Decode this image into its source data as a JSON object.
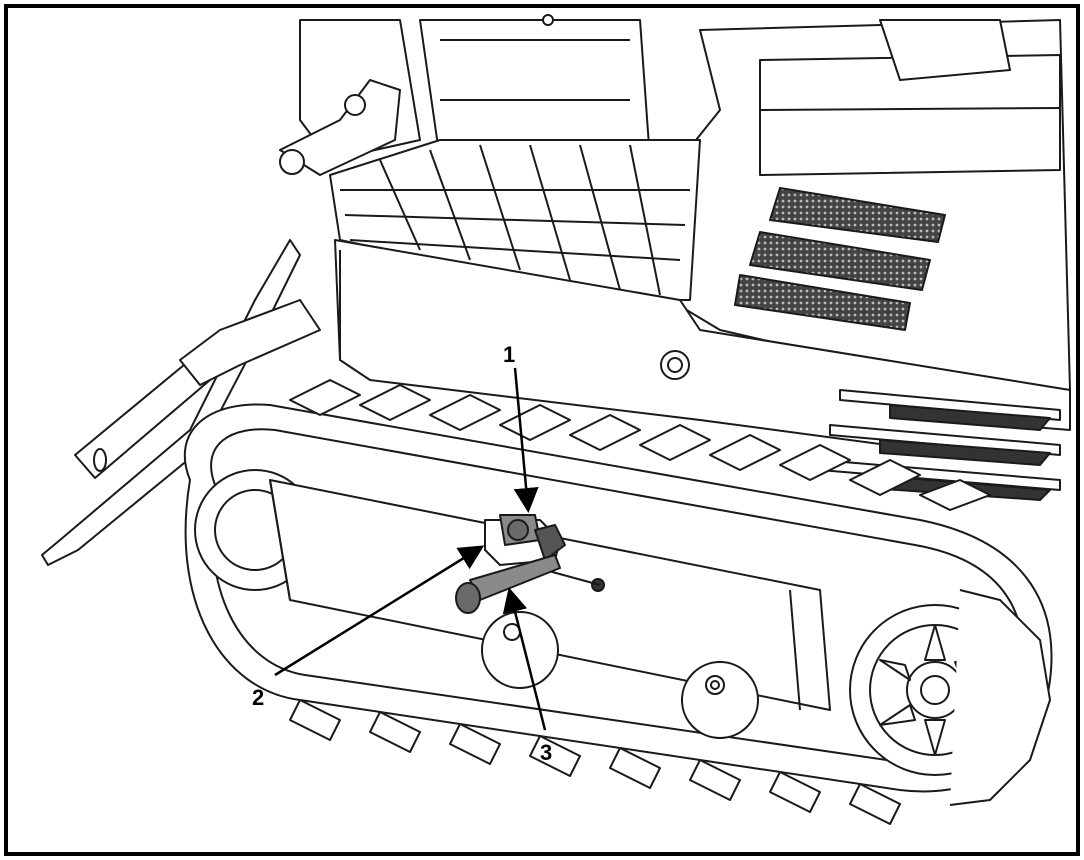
{
  "callouts": [
    {
      "id": "1",
      "label": "1"
    },
    {
      "id": "2",
      "label": "2"
    },
    {
      "id": "3",
      "label": "3"
    }
  ],
  "colors": {
    "line": "#1a1a1a",
    "fill": "#ffffff",
    "highlight": "#8a8a8a",
    "grille": "#333333"
  }
}
